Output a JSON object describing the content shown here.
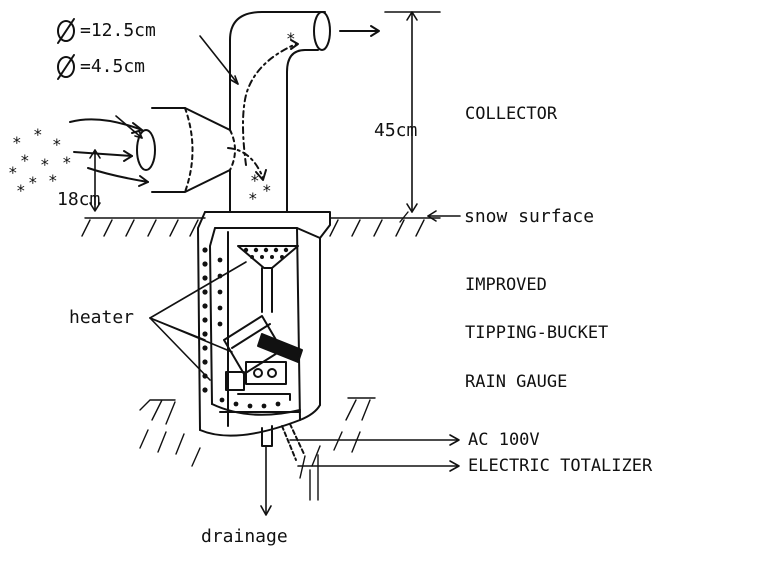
{
  "diagram": {
    "dims": {
      "pipe_diameter": "=12.5cm",
      "inlet_diameter": "=4.5cm",
      "inlet_height": "18cm",
      "collector_height": "45cm"
    },
    "labels": {
      "collector": "COLLECTOR",
      "snow_surface": "snow surface",
      "improved": "IMPROVED",
      "tipping_bucket": "TIPPING-BUCKET",
      "rain_gauge": "RAIN GAUGE",
      "heater": "heater",
      "ac": "AC 100V",
      "totalizer": "ELECTRIC TOTALIZER",
      "drainage": "drainage"
    }
  }
}
